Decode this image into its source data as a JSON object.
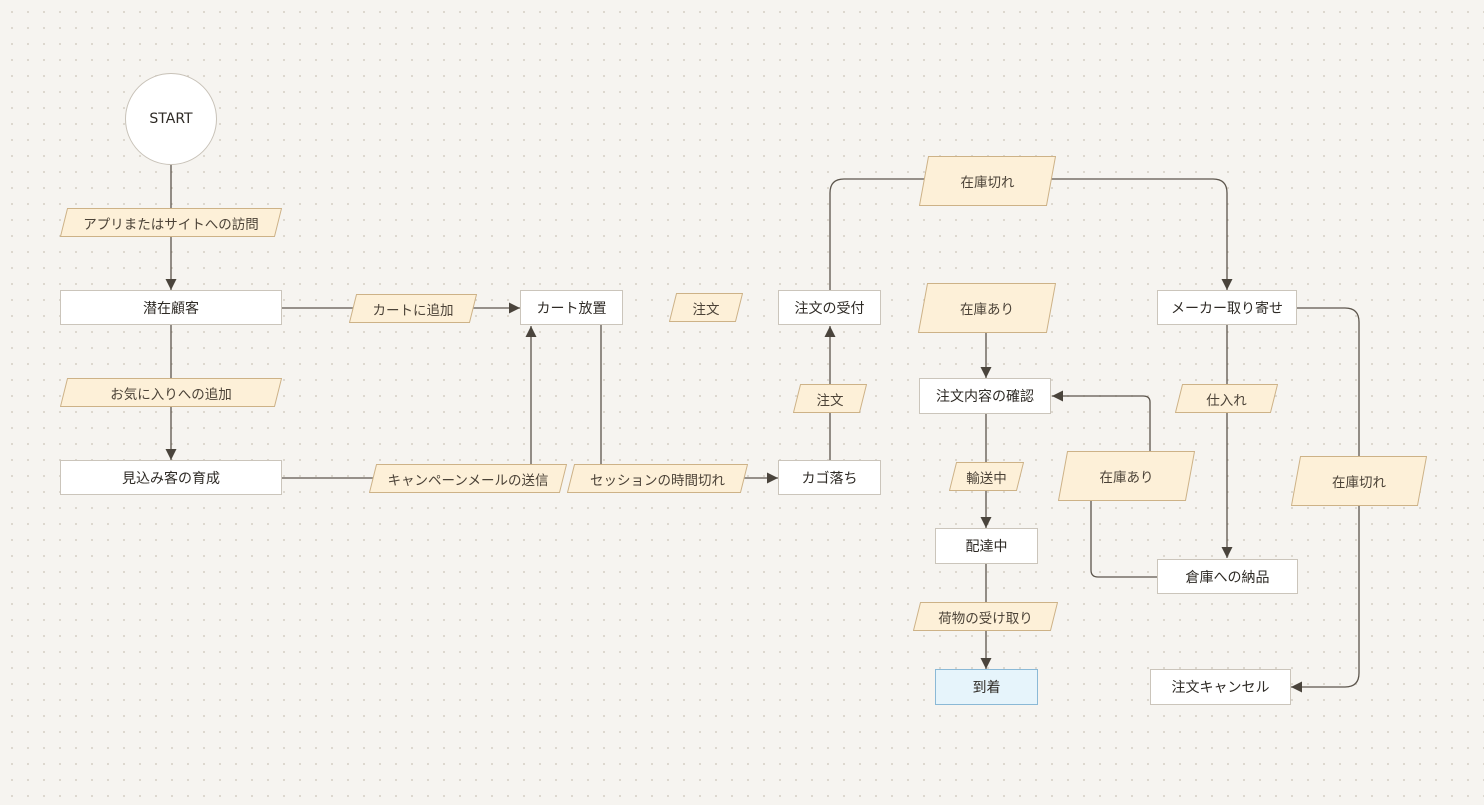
{
  "colors": {
    "background": "#f6f4f0",
    "line": "#5c554c",
    "box_fill": "#ffffff",
    "box_border": "#cbc5bb",
    "label_fill": "#fdf0d8",
    "label_border": "#cdb287",
    "final_fill": "#e6f4fb",
    "final_border": "#8bb9d6"
  },
  "nodes": {
    "start": "START",
    "prospect": "潜在顧客",
    "lead_nurturing": "見込み客の育成",
    "cart_abandon": "カート放置",
    "basket_drop": "カゴ落ち",
    "order_accept": "注文の受付",
    "order_confirm": "注文内容の確認",
    "delivering": "配達中",
    "arrival": "到着",
    "maker_order": "メーカー取り寄せ",
    "warehouse_delivery": "倉庫への納品",
    "order_cancel": "注文キャンセル"
  },
  "labels": {
    "visit": "アプリまたはサイトへの訪問",
    "favorite": "お気に入りへの追加",
    "add_cart": "カートに追加",
    "campaign_mail": "キャンペーンメールの送信",
    "session_timeout": "セッションの時間切れ",
    "order_float": "注文",
    "order_up": "注文",
    "out_of_stock_top": "在庫切れ",
    "in_stock_top": "在庫あり",
    "in_transit": "輸送中",
    "receive_package": "荷物の受け取り",
    "purchase": "仕入れ",
    "in_stock_mid": "在庫あり",
    "out_of_stock_right": "在庫切れ"
  }
}
